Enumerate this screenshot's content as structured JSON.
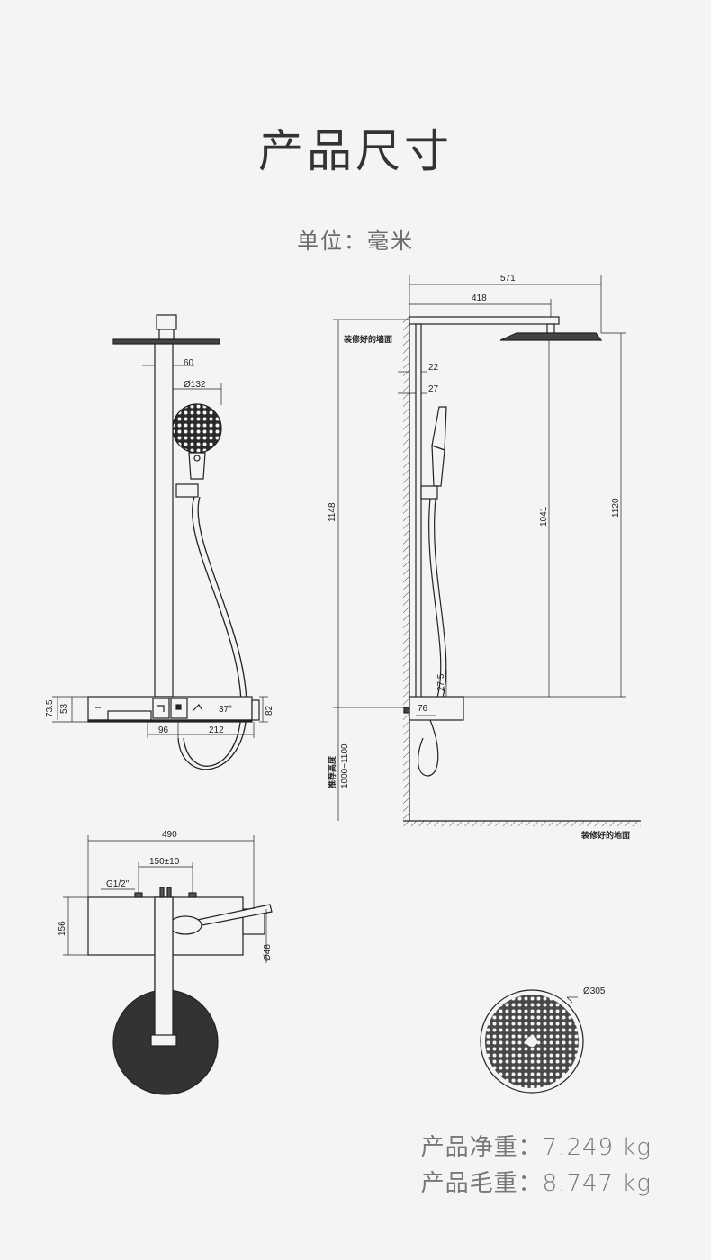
{
  "title": "产品尺寸",
  "unit": "单位：毫米",
  "front_view": {
    "dim_arm_width": "60",
    "dim_handshower_dia": "Ø132",
    "dim_shelf_height": "73.5",
    "dim_shelf_thickness": "53",
    "dim_shelf_side": "82",
    "dim_handle_offset": "96",
    "dim_handle_span": "212",
    "temp_display": "37°"
  },
  "side_view": {
    "dim_total_reach": "571",
    "dim_arm_reach": "418",
    "dim_pipe_offset": "22",
    "dim_pipe_dia": "27",
    "dim_total_height": "1148",
    "dim_head_height": "1120",
    "dim_handshower_height": "1041",
    "dim_shelf_top": "27.5",
    "dim_shelf_depth": "76",
    "label_wall": "装修好的墙面",
    "label_floor": "装修好的地面",
    "label_recommended_height": "推荐高度",
    "dim_recommended_range": "1000~1100"
  },
  "top_view": {
    "dim_width": "490",
    "dim_inlet_spacing": "150±10",
    "dim_thread": "G1/2\"",
    "dim_depth": "156",
    "dim_handle_dia": "Ø48"
  },
  "head_view": {
    "dim_head_dia": "Ø305"
  },
  "weights": {
    "net": "产品净重：7.249 kg",
    "gross": "产品毛重：8.747 kg"
  }
}
